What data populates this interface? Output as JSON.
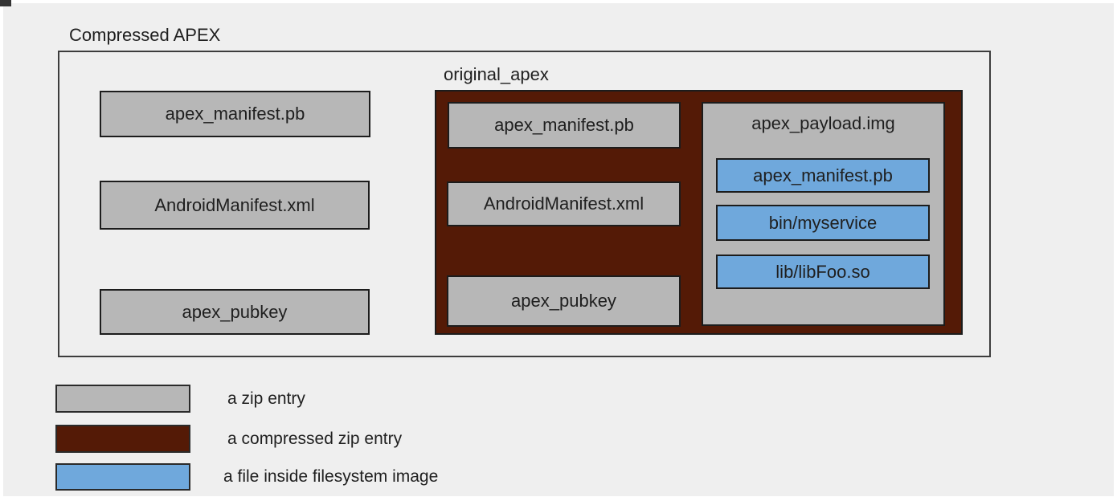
{
  "title": "Compressed APEX",
  "colors": {
    "background": "#efefef",
    "zip_entry": "#b7b7b7",
    "compressed_zip_entry": "#541a06",
    "filesystem_image_file": "#6fa8dc",
    "box_border": "#1c1c1c"
  },
  "compressed_apex": {
    "label": "Compressed APEX",
    "zip_entries": [
      "apex_manifest.pb",
      "AndroidManifest.xml",
      "apex_pubkey"
    ],
    "original_apex": {
      "label": "original_apex",
      "zip_entries": [
        "apex_manifest.pb",
        "AndroidManifest.xml",
        "apex_pubkey"
      ],
      "payload": {
        "label": "apex_payload.img",
        "files": [
          "apex_manifest.pb",
          "bin/myservice",
          "lib/libFoo.so"
        ]
      }
    }
  },
  "legend": {
    "items": [
      {
        "label": "a zip entry",
        "color": "#b7b7b7"
      },
      {
        "label": "a compressed zip entry",
        "color": "#541a06"
      },
      {
        "label": "a file inside filesystem image",
        "color": "#6fa8dc"
      }
    ]
  }
}
